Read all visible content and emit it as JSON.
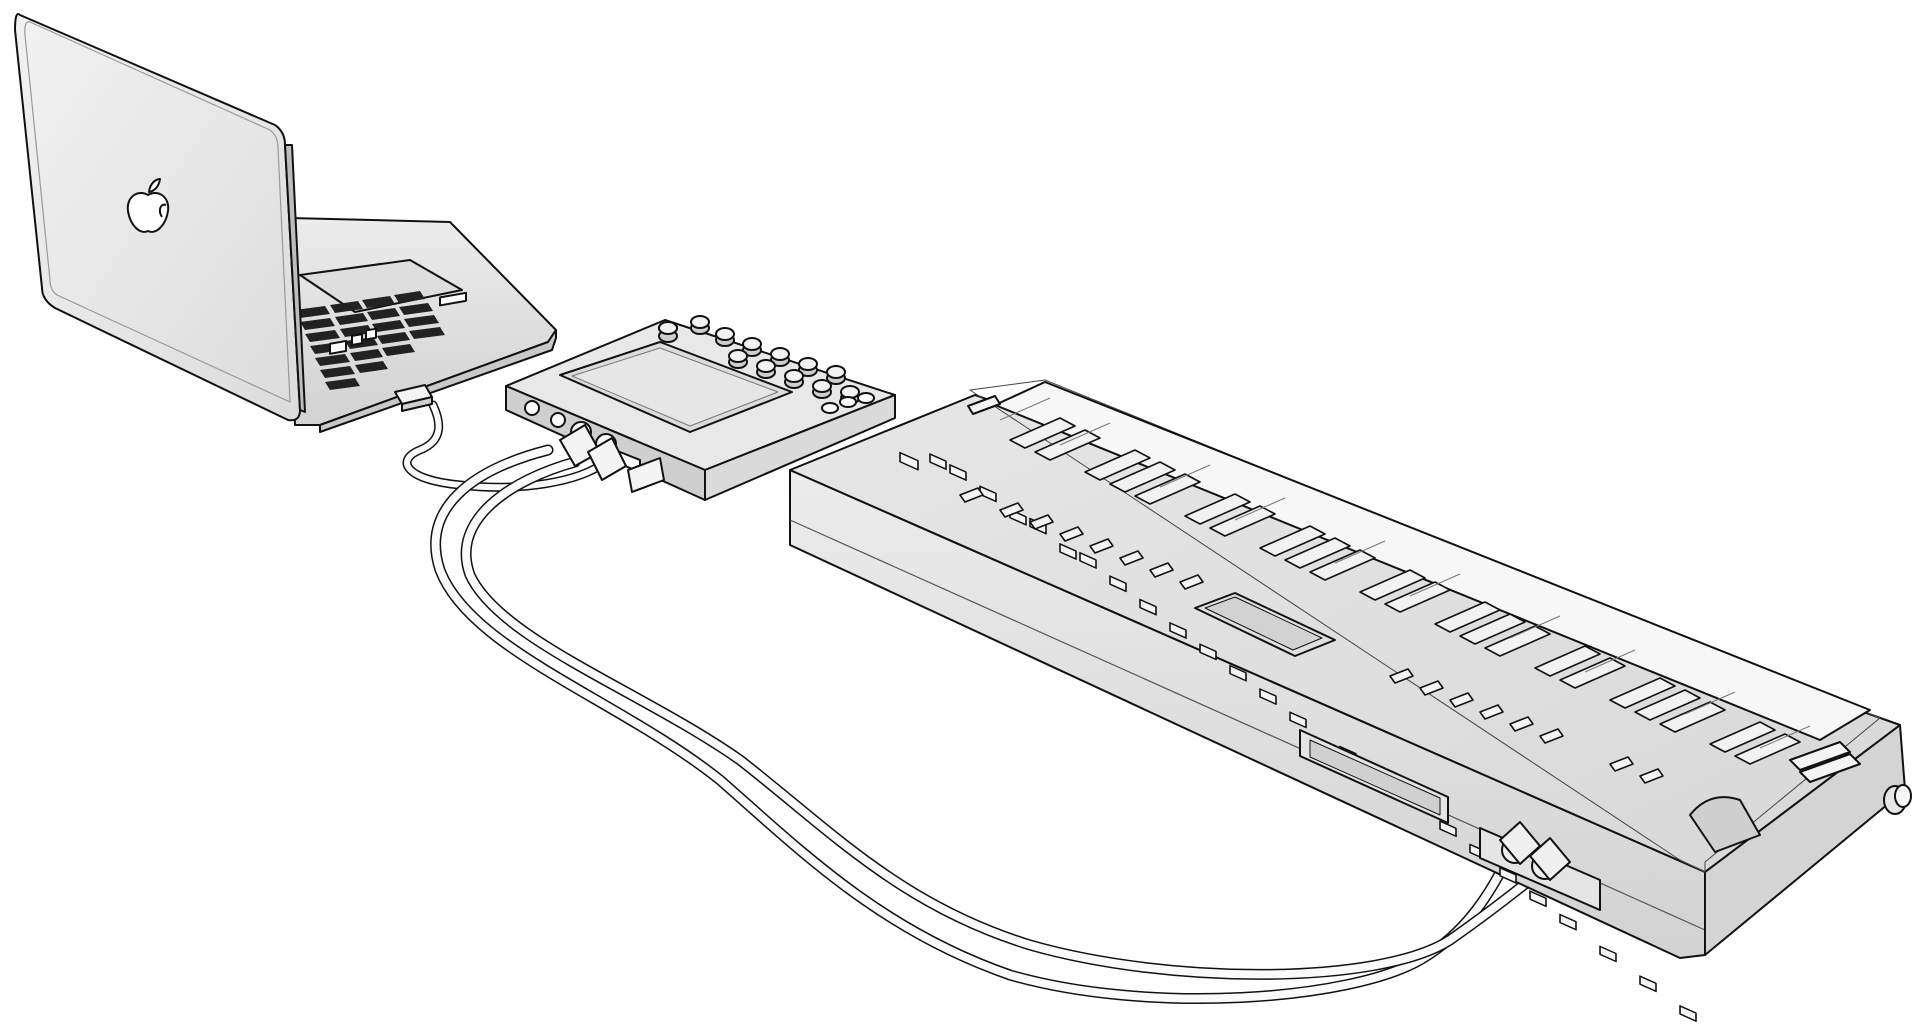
{
  "diagram": {
    "devices": [
      {
        "id": "laptop",
        "kind": "laptop",
        "logo": "apple-logo-icon"
      },
      {
        "id": "interface",
        "kind": "midi-audio-interface-with-knobs-and-touchpad"
      },
      {
        "id": "synth",
        "kind": "keyboard-synthesizer"
      }
    ],
    "connections": [
      {
        "from": "laptop",
        "to": "interface",
        "cable": "usb"
      },
      {
        "from": "interface",
        "to": "synth",
        "cable": "midi-out"
      },
      {
        "from": "interface",
        "to": "synth",
        "cable": "midi-in"
      }
    ],
    "colors": {
      "line": "#111111",
      "fill_light": "#ececec",
      "fill_mid": "#d6d6d6",
      "fill_dark": "#bdbdbd",
      "screen": "#e4e4e4"
    }
  }
}
